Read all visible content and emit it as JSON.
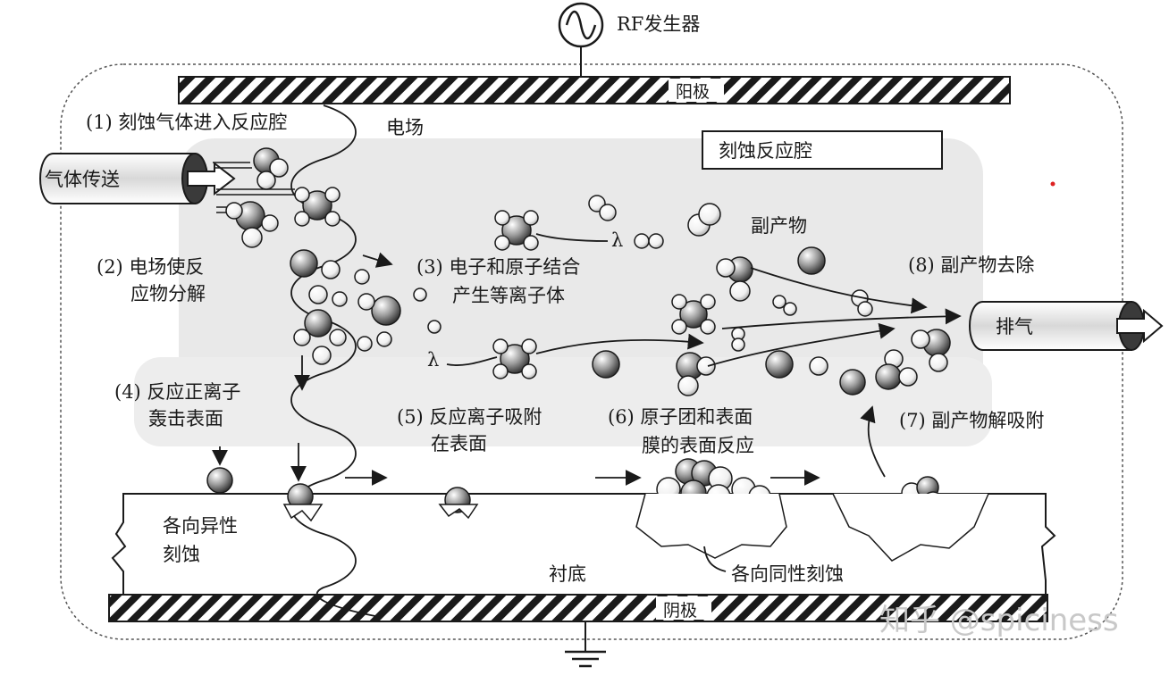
{
  "rf_generator": "RF发生器",
  "anode": "阳极",
  "cathode": "阴极",
  "chamber": "刻蚀反应腔",
  "field": "电场",
  "gas_in": "气体传送",
  "exhaust": "排气",
  "byproduct": "副产物",
  "substrate": "衬底",
  "anisotropic": [
    "各向异性",
    "刻蚀"
  ],
  "isotropic": "各向同性刻蚀",
  "lambda": "λ",
  "steps": {
    "s1": [
      "(1) 刻蚀气体进入反应腔"
    ],
    "s2": [
      "(2) 电场使反",
      "应物分解"
    ],
    "s3": [
      "(3) 电子和原子结合",
      "产生等离子体"
    ],
    "s4": [
      "(4) 反应正离子",
      "轰击表面"
    ],
    "s5": [
      "(5) 反应离子吸附",
      "在表面"
    ],
    "s6": [
      "(6) 原子团和表面",
      "膜的表面反应"
    ],
    "s7": [
      "(7) 副产物解吸附"
    ],
    "s8": [
      "(8) 副产物去除"
    ]
  },
  "watermark": "知乎 @spiciness",
  "colors": {
    "ink": "#1a1a1a",
    "fog": "#e6e6e6",
    "watermark": "#c8c8c8"
  }
}
